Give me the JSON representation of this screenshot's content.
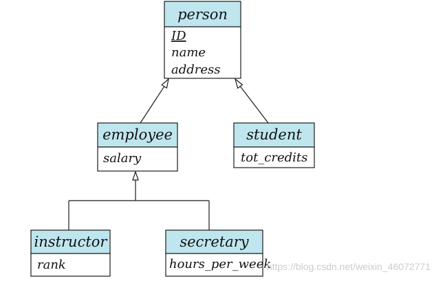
{
  "entities": {
    "person": {
      "name": "person",
      "attributes": [
        "ID",
        "name",
        "address"
      ]
    },
    "employee": {
      "name": "employee",
      "attributes": [
        "salary"
      ]
    },
    "student": {
      "name": "student",
      "attributes": [
        "tot_credits"
      ]
    },
    "instructor": {
      "name": "instructor",
      "attributes": [
        "rank"
      ]
    },
    "secretary": {
      "name": "secretary",
      "attributes": [
        "hours_per_week"
      ]
    }
  },
  "watermark": "https://blog.csdn.net/weixin_46072771",
  "colors": {
    "header_fill": "#bfe6ef",
    "line": "#1a1a1a"
  }
}
